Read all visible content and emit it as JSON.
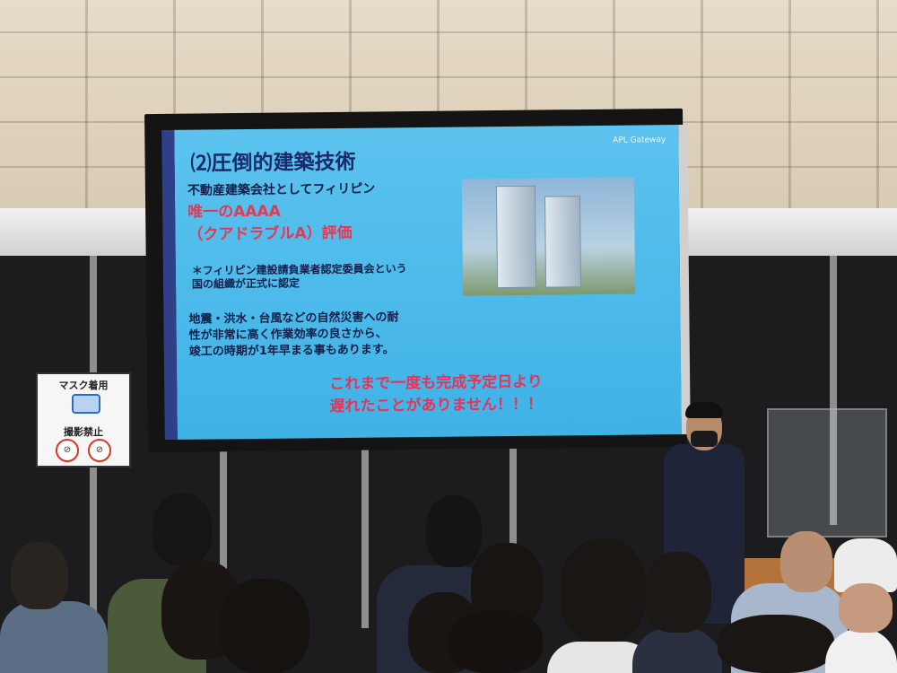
{
  "slide": {
    "title": "⑵圧倒的建築技術",
    "logo": "APL Gateway",
    "line1": "不動産建築会社としてフィリピン",
    "line2": "唯一のAAAA",
    "line3": "（クアドラブルA）評価",
    "note1": "＊フィリピン建設請負業者認定委員会という",
    "note2": "国の組織が正式に認定",
    "body1": "地震・洪水・台風などの自然災害への耐",
    "body2": "性が非常に高く作業効率の良さから、",
    "body3": "竣工の時期が1年早まる事もあります。",
    "callout1": "これまで一度も完成予定日より",
    "callout2": "遅れたことがありません！！！"
  },
  "sign": {
    "top": "マスク着用",
    "bottom": "撮影禁止"
  }
}
